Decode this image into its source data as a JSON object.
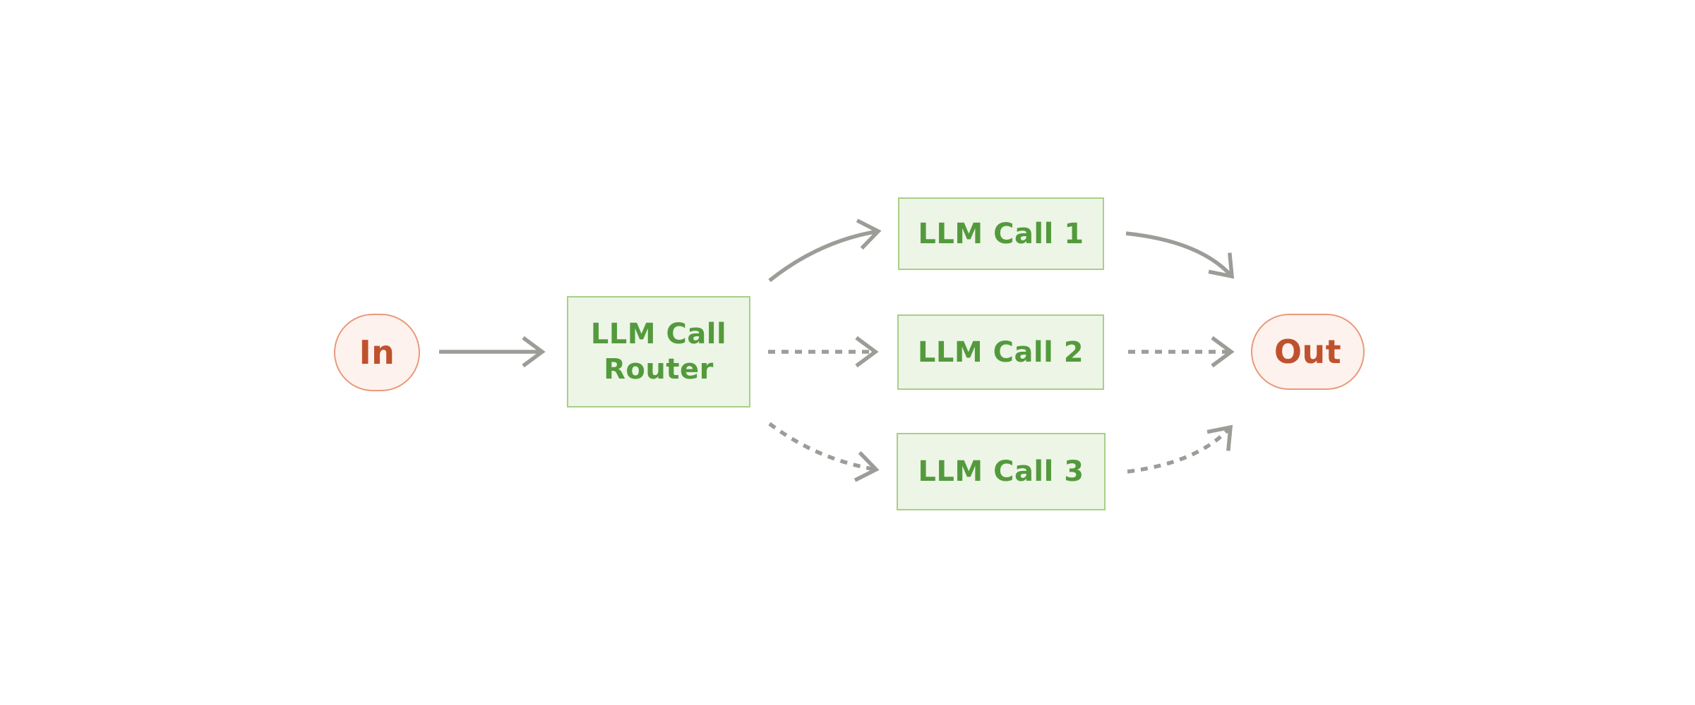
{
  "diagram": {
    "type": "flow",
    "description": "LLM call routing workflow",
    "nodes": [
      {
        "id": "in",
        "label": "In",
        "shape": "pill"
      },
      {
        "id": "router",
        "label": "LLM Call Router",
        "shape": "box"
      },
      {
        "id": "call1",
        "label": "LLM Call 1",
        "shape": "box"
      },
      {
        "id": "call2",
        "label": "LLM Call 2",
        "shape": "box"
      },
      {
        "id": "call3",
        "label": "LLM Call 3",
        "shape": "box"
      },
      {
        "id": "out",
        "label": "Out",
        "shape": "pill"
      }
    ],
    "edges": [
      {
        "from": "in",
        "to": "router",
        "style": "solid"
      },
      {
        "from": "router",
        "to": "call1",
        "style": "solid"
      },
      {
        "from": "router",
        "to": "call2",
        "style": "dashed"
      },
      {
        "from": "router",
        "to": "call3",
        "style": "dashed"
      },
      {
        "from": "call1",
        "to": "out",
        "style": "solid"
      },
      {
        "from": "call2",
        "to": "out",
        "style": "dashed"
      },
      {
        "from": "call3",
        "to": "out",
        "style": "dashed"
      }
    ]
  },
  "colors": {
    "background": "#ffffff",
    "box_fill": "#edf5e6",
    "box_border": "#a7cf88",
    "box_text": "#539a3c",
    "pill_fill": "#fdf2ed",
    "pill_border": "#e9997b",
    "pill_text": "#c0512e",
    "arrow": "#9d9d98"
  }
}
